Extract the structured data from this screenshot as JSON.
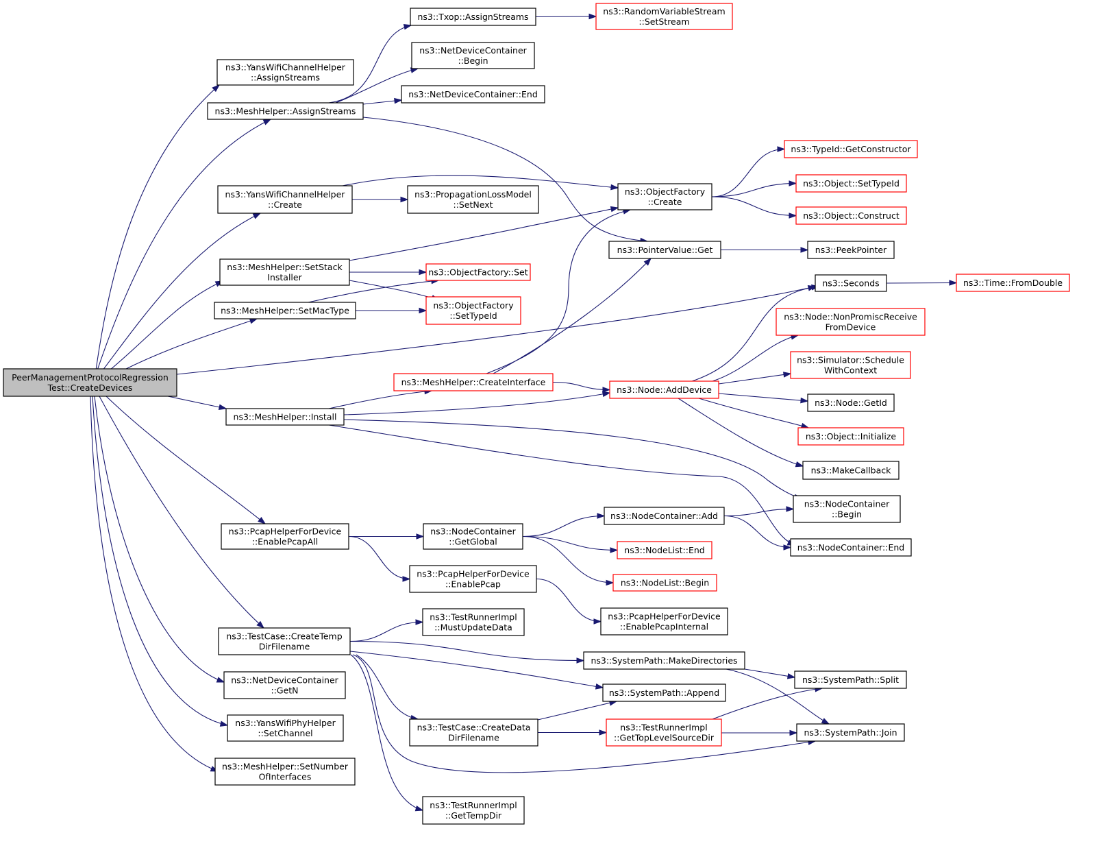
{
  "graph": {
    "colors": {
      "edge": "#191970",
      "root_fill": "#bfbfbf",
      "node_border": "#000000",
      "truncated_border": "#ff0000"
    },
    "nodes": [
      {
        "id": "root",
        "lines": [
          "PeerManagementProtocolRegression",
          "Test::CreateDevices"
        ],
        "style": "root"
      },
      {
        "id": "yanschan_assign",
        "lines": [
          "ns3::YansWifiChannelHelper",
          "::AssignStreams"
        ],
        "style": "normal"
      },
      {
        "id": "mesh_assign",
        "lines": [
          "ns3::MeshHelper::AssignStreams"
        ],
        "style": "normal"
      },
      {
        "id": "yanschan_create",
        "lines": [
          "ns3::YansWifiChannelHelper",
          "::Create"
        ],
        "style": "normal"
      },
      {
        "id": "mesh_setstack",
        "lines": [
          "ns3::MeshHelper::SetStack",
          "Installer"
        ],
        "style": "normal"
      },
      {
        "id": "mesh_setmac",
        "lines": [
          "ns3::MeshHelper::SetMacType"
        ],
        "style": "normal"
      },
      {
        "id": "mesh_install",
        "lines": [
          "ns3::MeshHelper::Install"
        ],
        "style": "normal"
      },
      {
        "id": "pcap_all",
        "lines": [
          "ns3::PcapHelperForDevice",
          "::EnablePcapAll"
        ],
        "style": "normal"
      },
      {
        "id": "tc_tempdir",
        "lines": [
          "ns3::TestCase::CreateTemp",
          "DirFilename"
        ],
        "style": "normal"
      },
      {
        "id": "ndc_getn",
        "lines": [
          "ns3::NetDeviceContainer",
          "::GetN"
        ],
        "style": "normal"
      },
      {
        "id": "yansphy_setch",
        "lines": [
          "ns3::YansWifiPhyHelper",
          "::SetChannel"
        ],
        "style": "normal"
      },
      {
        "id": "mesh_setnum",
        "lines": [
          "ns3::MeshHelper::SetNumber",
          "OfInterfaces"
        ],
        "style": "normal"
      },
      {
        "id": "txop_assign",
        "lines": [
          "ns3::Txop::AssignStreams"
        ],
        "style": "normal"
      },
      {
        "id": "ndc_begin",
        "lines": [
          "ns3::NetDeviceContainer",
          "::Begin"
        ],
        "style": "normal"
      },
      {
        "id": "ndc_end",
        "lines": [
          "ns3::NetDeviceContainer::End"
        ],
        "style": "normal"
      },
      {
        "id": "prop_setnext",
        "lines": [
          "ns3::PropagationLossModel",
          "::SetNext"
        ],
        "style": "normal"
      },
      {
        "id": "of_set",
        "lines": [
          "ns3::ObjectFactory::Set"
        ],
        "style": "truncated"
      },
      {
        "id": "of_settypeid",
        "lines": [
          "ns3::ObjectFactory",
          "::SetTypeId"
        ],
        "style": "truncated"
      },
      {
        "id": "mesh_createif",
        "lines": [
          "ns3::MeshHelper::CreateInterface"
        ],
        "style": "truncated"
      },
      {
        "id": "nc_getglobal",
        "lines": [
          "ns3::NodeContainer",
          "::GetGlobal"
        ],
        "style": "normal"
      },
      {
        "id": "pcap_enable",
        "lines": [
          "ns3::PcapHelperForDevice",
          "::EnablePcap"
        ],
        "style": "normal"
      },
      {
        "id": "tr_mustupdate",
        "lines": [
          "ns3::TestRunnerImpl",
          "::MustUpdateData"
        ],
        "style": "normal"
      },
      {
        "id": "tc_datadir",
        "lines": [
          "ns3::TestCase::CreateData",
          "DirFilename"
        ],
        "style": "normal"
      },
      {
        "id": "tr_gettemp",
        "lines": [
          "ns3::TestRunnerImpl",
          "::GetTempDir"
        ],
        "style": "normal"
      },
      {
        "id": "rvs_setstream",
        "lines": [
          "ns3::RandomVariableStream",
          "::SetStream"
        ],
        "style": "truncated"
      },
      {
        "id": "of_create",
        "lines": [
          "ns3::ObjectFactory",
          "::Create"
        ],
        "style": "normal"
      },
      {
        "id": "pv_get",
        "lines": [
          "ns3::PointerValue::Get"
        ],
        "style": "normal"
      },
      {
        "id": "node_adddev",
        "lines": [
          "ns3::Node::AddDevice"
        ],
        "style": "truncated"
      },
      {
        "id": "nc_add",
        "lines": [
          "ns3::NodeContainer::Add"
        ],
        "style": "normal"
      },
      {
        "id": "nl_end",
        "lines": [
          "ns3::NodeList::End"
        ],
        "style": "truncated"
      },
      {
        "id": "nl_begin",
        "lines": [
          "ns3::NodeList::Begin"
        ],
        "style": "truncated"
      },
      {
        "id": "pcap_internal",
        "lines": [
          "ns3::PcapHelperForDevice",
          "::EnablePcapInternal"
        ],
        "style": "normal"
      },
      {
        "id": "sp_makedirs",
        "lines": [
          "ns3::SystemPath::MakeDirectories"
        ],
        "style": "normal"
      },
      {
        "id": "sp_append",
        "lines": [
          "ns3::SystemPath::Append"
        ],
        "style": "normal"
      },
      {
        "id": "tr_toplevel",
        "lines": [
          "ns3::TestRunnerImpl",
          "::GetTopLevelSourceDir"
        ],
        "style": "truncated"
      },
      {
        "id": "typeid_getctor",
        "lines": [
          "ns3::TypeId::GetConstructor"
        ],
        "style": "truncated"
      },
      {
        "id": "obj_settypeid",
        "lines": [
          "ns3::Object::SetTypeId"
        ],
        "style": "truncated"
      },
      {
        "id": "obj_construct",
        "lines": [
          "ns3::Object::Construct"
        ],
        "style": "truncated"
      },
      {
        "id": "peekptr",
        "lines": [
          "ns3::PeekPointer"
        ],
        "style": "normal"
      },
      {
        "id": "seconds",
        "lines": [
          "ns3::Seconds"
        ],
        "style": "normal"
      },
      {
        "id": "node_nonprom",
        "lines": [
          "ns3::Node::NonPromiscReceive",
          "FromDevice"
        ],
        "style": "truncated"
      },
      {
        "id": "sim_schedule",
        "lines": [
          "ns3::Simulator::Schedule",
          "WithContext"
        ],
        "style": "truncated"
      },
      {
        "id": "node_getid",
        "lines": [
          "ns3::Node::GetId"
        ],
        "style": "normal"
      },
      {
        "id": "obj_init",
        "lines": [
          "ns3::Object::Initialize"
        ],
        "style": "truncated"
      },
      {
        "id": "makecb",
        "lines": [
          "ns3::MakeCallback"
        ],
        "style": "normal"
      },
      {
        "id": "nc_begin",
        "lines": [
          "ns3::NodeContainer",
          "::Begin"
        ],
        "style": "normal"
      },
      {
        "id": "nc_end",
        "lines": [
          "ns3::NodeContainer::End"
        ],
        "style": "normal"
      },
      {
        "id": "sp_split",
        "lines": [
          "ns3::SystemPath::Split"
        ],
        "style": "normal"
      },
      {
        "id": "sp_join",
        "lines": [
          "ns3::SystemPath::Join"
        ],
        "style": "normal"
      },
      {
        "id": "time_fromdouble",
        "lines": [
          "ns3::Time::FromDouble"
        ],
        "style": "truncated"
      }
    ],
    "edges": [
      [
        "root",
        "yanschan_assign"
      ],
      [
        "root",
        "mesh_assign"
      ],
      [
        "root",
        "yanschan_create"
      ],
      [
        "root",
        "mesh_setstack"
      ],
      [
        "root",
        "mesh_setmac"
      ],
      [
        "root",
        "seconds"
      ],
      [
        "root",
        "mesh_install"
      ],
      [
        "root",
        "pcap_all"
      ],
      [
        "root",
        "tc_tempdir"
      ],
      [
        "root",
        "ndc_getn"
      ],
      [
        "root",
        "yansphy_setch"
      ],
      [
        "root",
        "mesh_setnum"
      ],
      [
        "mesh_assign",
        "txop_assign"
      ],
      [
        "mesh_assign",
        "ndc_begin"
      ],
      [
        "mesh_assign",
        "ndc_end"
      ],
      [
        "mesh_assign",
        "pv_get"
      ],
      [
        "txop_assign",
        "rvs_setstream"
      ],
      [
        "yanschan_create",
        "of_create"
      ],
      [
        "yanschan_create",
        "prop_setnext"
      ],
      [
        "mesh_setstack",
        "of_create"
      ],
      [
        "mesh_setstack",
        "of_set"
      ],
      [
        "mesh_setstack",
        "of_settypeid"
      ],
      [
        "mesh_setmac",
        "of_set"
      ],
      [
        "mesh_setmac",
        "of_settypeid"
      ],
      [
        "of_create",
        "typeid_getctor"
      ],
      [
        "of_create",
        "obj_settypeid"
      ],
      [
        "of_create",
        "obj_construct"
      ],
      [
        "pv_get",
        "peekptr"
      ],
      [
        "seconds",
        "time_fromdouble"
      ],
      [
        "mesh_install",
        "mesh_createif"
      ],
      [
        "mesh_install",
        "node_adddev"
      ],
      [
        "mesh_install",
        "nc_begin"
      ],
      [
        "mesh_install",
        "nc_end"
      ],
      [
        "mesh_createif",
        "of_create"
      ],
      [
        "mesh_createif",
        "pv_get"
      ],
      [
        "mesh_createif",
        "node_adddev"
      ],
      [
        "node_adddev",
        "seconds"
      ],
      [
        "node_adddev",
        "node_nonprom"
      ],
      [
        "node_adddev",
        "sim_schedule"
      ],
      [
        "node_adddev",
        "node_getid"
      ],
      [
        "node_adddev",
        "obj_init"
      ],
      [
        "node_adddev",
        "makecb"
      ],
      [
        "pcap_all",
        "nc_getglobal"
      ],
      [
        "pcap_all",
        "pcap_enable"
      ],
      [
        "nc_getglobal",
        "nc_add"
      ],
      [
        "nc_getglobal",
        "nl_end"
      ],
      [
        "nc_getglobal",
        "nl_begin"
      ],
      [
        "nc_add",
        "nc_begin"
      ],
      [
        "nc_add",
        "nc_end"
      ],
      [
        "pcap_enable",
        "pcap_internal"
      ],
      [
        "tc_tempdir",
        "tr_mustupdate"
      ],
      [
        "tc_tempdir",
        "sp_makedirs"
      ],
      [
        "tc_tempdir",
        "sp_append"
      ],
      [
        "tc_tempdir",
        "tc_datadir"
      ],
      [
        "tc_tempdir",
        "sp_join"
      ],
      [
        "tc_tempdir",
        "tr_gettemp"
      ],
      [
        "sp_makedirs",
        "sp_split"
      ],
      [
        "sp_makedirs",
        "sp_join"
      ],
      [
        "tc_datadir",
        "sp_append"
      ],
      [
        "tc_datadir",
        "tr_toplevel"
      ],
      [
        "tr_toplevel",
        "sp_split"
      ],
      [
        "tr_toplevel",
        "sp_join"
      ]
    ]
  }
}
